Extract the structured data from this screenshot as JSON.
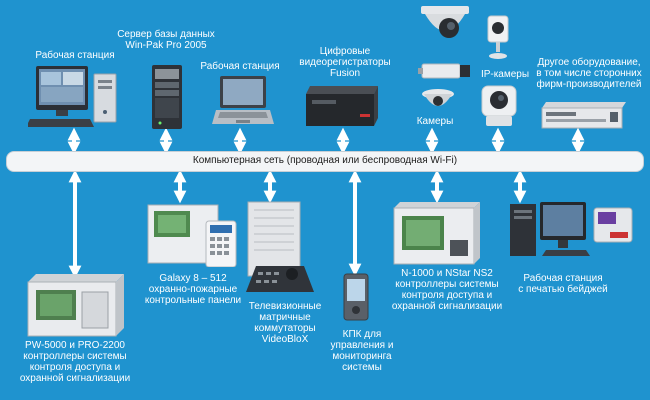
{
  "network_label": "Компьютерная сеть (проводная или беспроводная Wi-Fi)",
  "top": {
    "workstation1": "Рабочая станция",
    "db_server": [
      "Сервер базы данных",
      "Win-Pak Pro 2005"
    ],
    "workstation2": "Рабочая станция",
    "dvr": [
      "Цифровые",
      "видеорегистраторы",
      "Fusion"
    ],
    "cameras": "Камеры",
    "ip_cameras": "IP-камеры",
    "other_equipment": [
      "Другое оборудование,",
      "в том числе сторонних",
      "фирм-производителей"
    ]
  },
  "bottom": {
    "pw_controllers": [
      "PW-5000 и PRO-2200",
      "контроллеры системы",
      "контроля доступа и",
      "охранной сигнализации"
    ],
    "galaxy": [
      "Galaxy 8 – 512",
      "охранно-пожарные",
      "контрольные панели"
    ],
    "videoblox": [
      "Телевизионные",
      "матричные",
      "коммутаторы",
      "VideoBloX"
    ],
    "pda": [
      "КПК для",
      "управления и",
      "мониторинга",
      "системы"
    ],
    "nstar": [
      "N-1000 и NStar NS2",
      "контроллеры системы",
      "контроля доступа и",
      "охранной сигнализации"
    ],
    "badge_ws": [
      "Рабочая станция",
      "с печатью бейджей"
    ]
  },
  "colors": {
    "background": "#1f93cf",
    "network_bar": "#f3f5f7",
    "arrow": "#ffffff",
    "text": "#ffffff"
  }
}
